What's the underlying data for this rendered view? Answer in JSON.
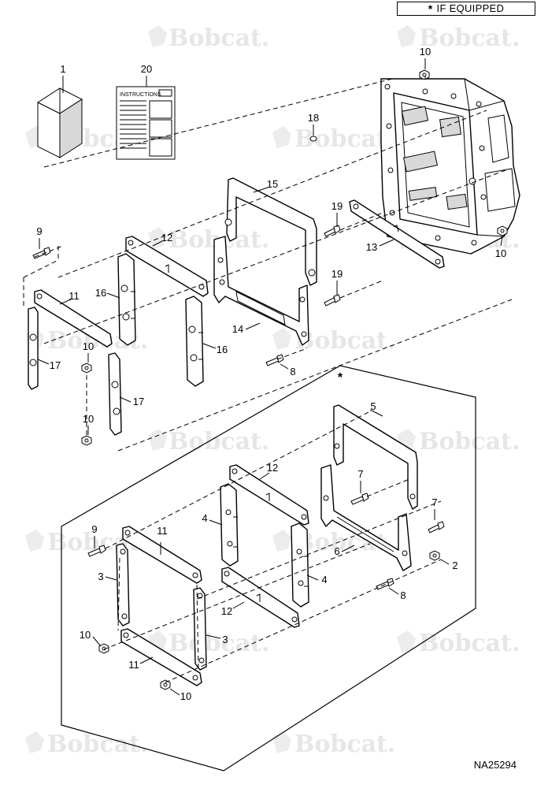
{
  "legend": {
    "symbol": "*",
    "text": "IF EQUIPPED"
  },
  "doc_id": "NA25294",
  "watermark": "Bobcat.",
  "asterisk": "*",
  "sheet": {
    "title": "INSTRUCTIONS"
  },
  "callouts": [
    {
      "n": "1"
    },
    {
      "n": "20"
    },
    {
      "n": "10"
    },
    {
      "n": "18"
    },
    {
      "n": "15"
    },
    {
      "n": "19"
    },
    {
      "n": "9"
    },
    {
      "n": "12"
    },
    {
      "n": "13"
    },
    {
      "n": "10"
    },
    {
      "n": "11"
    },
    {
      "n": "16"
    },
    {
      "n": "19"
    },
    {
      "n": "14"
    },
    {
      "n": "17"
    },
    {
      "n": "10"
    },
    {
      "n": "16"
    },
    {
      "n": "8"
    },
    {
      "n": "17"
    },
    {
      "n": "10"
    },
    {
      "n": "5"
    },
    {
      "n": "12"
    },
    {
      "n": "7"
    },
    {
      "n": "4"
    },
    {
      "n": "9"
    },
    {
      "n": "11"
    },
    {
      "n": "7"
    },
    {
      "n": "6"
    },
    {
      "n": "3"
    },
    {
      "n": "4"
    },
    {
      "n": "2"
    },
    {
      "n": "12"
    },
    {
      "n": "8"
    },
    {
      "n": "10"
    },
    {
      "n": "3"
    },
    {
      "n": "11"
    },
    {
      "n": "10"
    }
  ]
}
